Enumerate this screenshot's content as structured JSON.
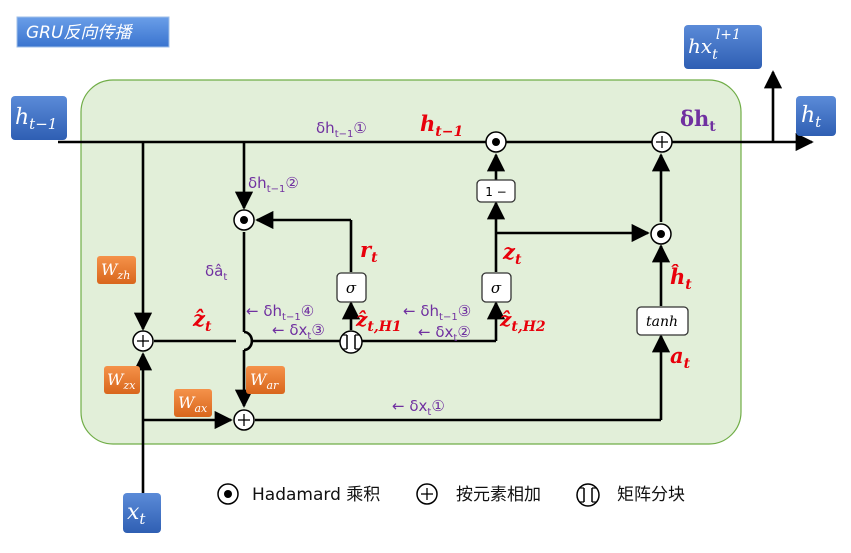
{
  "title": "GRU反向传播",
  "io": {
    "h_prev": "h",
    "h_prev_sub": "t−1",
    "h_t": "h",
    "h_t_sub": "t",
    "x_t": "x",
    "x_t_sub": "t",
    "hx_out": "hx",
    "hx_out_sub": "t",
    "hx_out_sup": "l+1"
  },
  "weights": {
    "wzh": "W",
    "wzh_sub": "zh",
    "wzx": "W",
    "wzx_sub": "zx",
    "wax": "W",
    "wax_sub": "ax",
    "war": "W",
    "war_sub": "ar"
  },
  "nodes": {
    "one_minus": "1 −",
    "sigma_r": "σ",
    "sigma_z": "σ",
    "tanh": "tanh"
  },
  "labels": {
    "h_tm1": "h",
    "h_tm1_sub": "t−1",
    "delta_h_t": "δh",
    "delta_h_t_sub": "t",
    "r_t": "r",
    "r_t_sub": "t",
    "z_t": "z",
    "z_t_sub": "t",
    "h_hat": "ĥ",
    "h_hat_sub": "t",
    "a_t": "a",
    "a_t_sub": "t",
    "z_hat": "ẑ",
    "z_hat_sub": "t",
    "z_hat_h1": "ẑ",
    "z_hat_h1_sub": "t,H1",
    "z_hat_h2": "ẑ",
    "z_hat_h2_sub": "t,H2",
    "delta_a_hat": "δâ",
    "delta_a_hat_sub": "t"
  },
  "deltas": {
    "dh1": "δh",
    "dh1_sub": "t−1",
    "dh1_mark": "①",
    "dh2": "δh",
    "dh2_sub": "t−1",
    "dh2_mark": "②",
    "dh3": "← δh",
    "dh3_sub": "t−1",
    "dh3_mark": "③",
    "dh4": "← δh",
    "dh4_sub": "t−1",
    "dh4_mark": "④",
    "dx1": "← δx",
    "dx1_sub": "t",
    "dx1_mark": "①",
    "dx2": "← δx",
    "dx2_sub": "t",
    "dx2_mark": "②",
    "dx3": "← δx",
    "dx3_sub": "t",
    "dx3_mark": "③"
  },
  "legend": {
    "hadamard": "Hadamard 乘积",
    "add": "按元素相加",
    "split": "矩阵分块"
  },
  "colors": {
    "panel_fill": "#e2efd9",
    "panel_stroke": "#70ad47",
    "blue_box": "#4472c4",
    "orange_box": "#ed7d31",
    "purple": "#7030a0",
    "red": "#e8000b"
  }
}
